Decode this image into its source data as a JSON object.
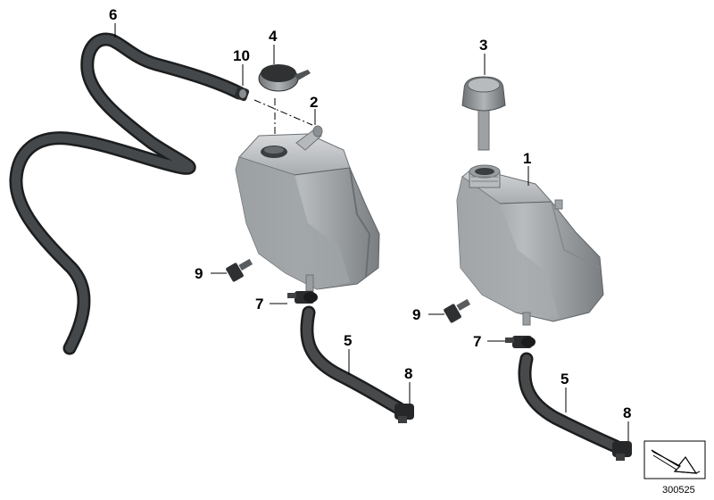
{
  "diagram": {
    "reference_number": "300525",
    "callouts": {
      "c1": "1",
      "c2": "2",
      "c3": "3",
      "c4": "4",
      "c5a": "5",
      "c5b": "5",
      "c6": "6",
      "c7a": "7",
      "c7b": "7",
      "c8a": "8",
      "c8b": "8",
      "c9a": "9",
      "c9b": "9",
      "c10": "10"
    },
    "colors": {
      "tank": "#a8acaf",
      "tank_dark": "#7d8184",
      "tank_light": "#cfd2d4",
      "hose": "#3b3d3f",
      "hose_edge": "#1c1d1e",
      "cap": "#8e9295",
      "line": "#000000"
    }
  }
}
